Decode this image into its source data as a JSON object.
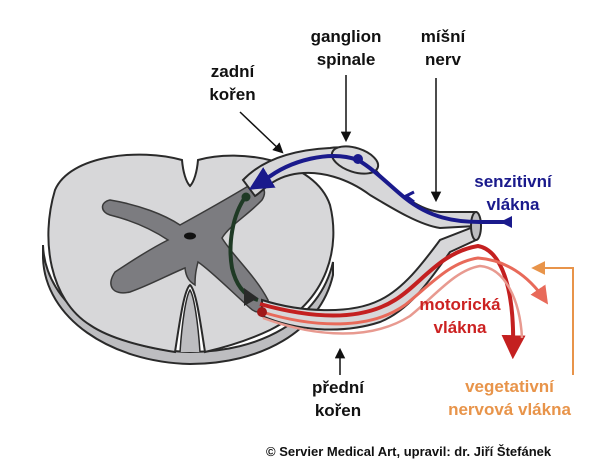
{
  "labels": {
    "dorsal_root": [
      "zadní",
      "kořen"
    ],
    "ganglion": [
      "ganglion",
      "spinale"
    ],
    "spinal_nerve": [
      "míšní",
      "nerv"
    ],
    "sensory": [
      "senzitivní",
      "vlákna"
    ],
    "motor": [
      "motorická",
      "vlákna"
    ],
    "ventral_root": [
      "přední",
      "kořen"
    ],
    "autonomic": [
      "vegetativní",
      "nervová vlákna"
    ]
  },
  "credit": "© Servier Medical Art, upravil: dr. Jiří Štefánek",
  "colors": {
    "sensory": "#1a1a8c",
    "motor": "#cc2222",
    "autonomic": "#e8944a",
    "black_text": "#111111",
    "cord": "#d7d7d9",
    "grey_matter": "#7c7c80",
    "outline": "#2a2a2a"
  }
}
